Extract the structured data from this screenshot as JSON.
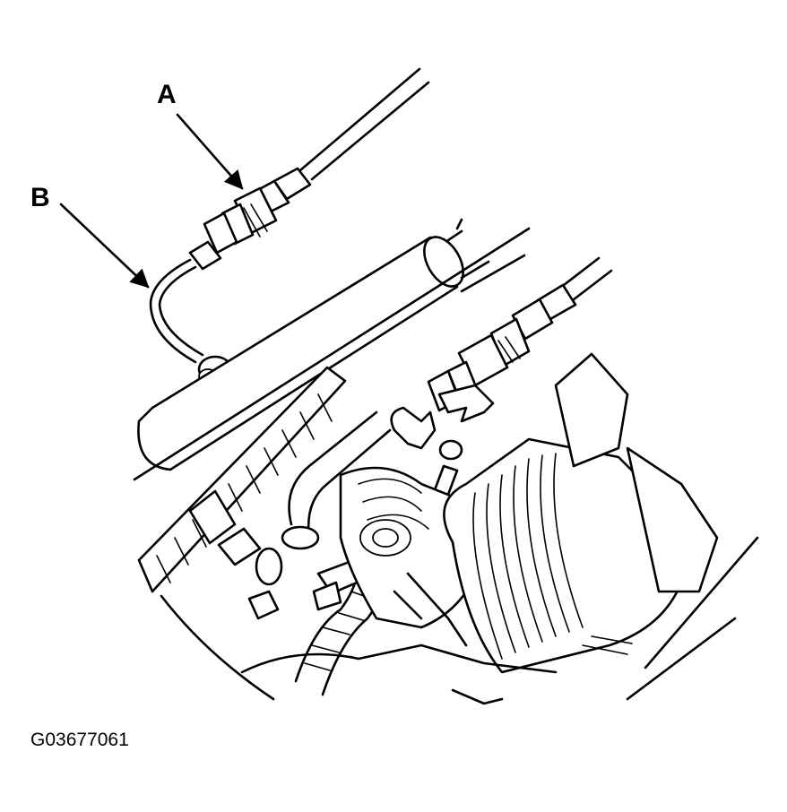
{
  "callouts": [
    {
      "id": "A",
      "label": "A"
    },
    {
      "id": "B",
      "label": "B"
    }
  ],
  "figure_id": "G03677061"
}
